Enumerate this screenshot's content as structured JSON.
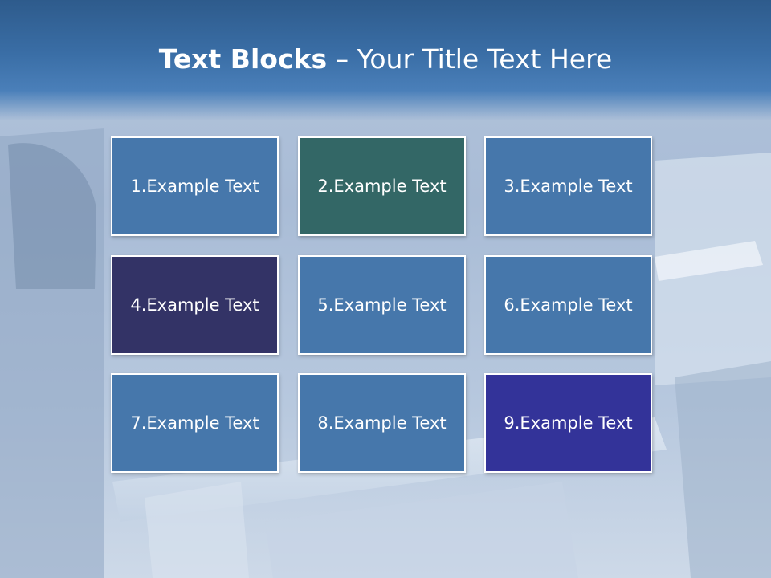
{
  "title": {
    "bold": "Text Blocks",
    "separator": " – ",
    "rest": "Your Title Text Here"
  },
  "blocks": [
    {
      "label": "1.Example Text",
      "color": "#4677ab"
    },
    {
      "label": "2.Example Text",
      "color": "#336766"
    },
    {
      "label": "3.Example Text",
      "color": "#4677ab"
    },
    {
      "label": "4.Example Text",
      "color": "#333366"
    },
    {
      "label": "5.Example Text",
      "color": "#4677ab"
    },
    {
      "label": "6.Example Text",
      "color": "#4677ab"
    },
    {
      "label": "7.Example Text",
      "color": "#4677ab"
    },
    {
      "label": "8.Example Text",
      "color": "#4677ab"
    },
    {
      "label": "9.Example Text",
      "color": "#333399"
    }
  ],
  "colors": {
    "header": "#3a6ea6",
    "background": "#b3c5dc",
    "block_border": "#ffffff"
  }
}
